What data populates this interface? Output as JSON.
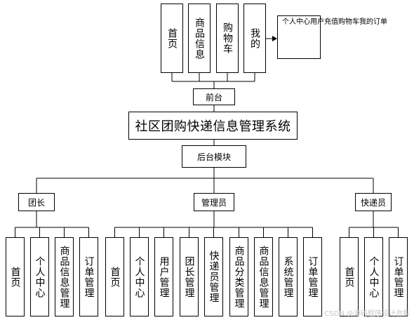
{
  "root": {
    "title": "社区团购快递信息管理系统"
  },
  "frontend": {
    "label": "前台",
    "modules": [
      "首页",
      "商品信息",
      "购物车",
      "我的"
    ],
    "my_submenu": [
      "个人中心",
      "用户充值",
      "购物车",
      "我的订单"
    ]
  },
  "backend": {
    "label": "后台模块",
    "roles": [
      {
        "name": "团长",
        "modules": [
          "首页",
          "个人中心",
          "商品信息管理",
          "订单管理"
        ]
      },
      {
        "name": "管理员",
        "modules": [
          "首页",
          "个人中心",
          "用户管理",
          "团长管理",
          "快递员管理",
          "商品分类管理",
          "商品信息管理",
          "系统管理",
          "订单管理"
        ]
      },
      {
        "name": "快递员",
        "modules": [
          "首页",
          "个人中心",
          "订单管理"
        ]
      }
    ]
  },
  "watermark": "CSDN @源码程序设计合集"
}
